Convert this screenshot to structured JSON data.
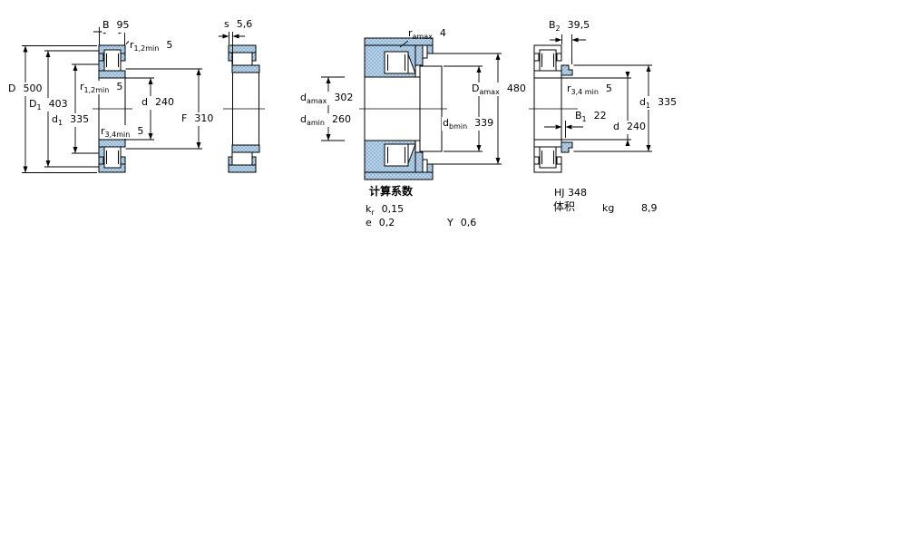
{
  "colors": {
    "section_fill": "#b9d3e9",
    "section_dot": "#7fa3c8",
    "line": "#000000",
    "background": "#ffffff"
  },
  "view1": {
    "B": {
      "sym": "B",
      "val": "95"
    },
    "r12top": {
      "sym": "r",
      "sub": "1,2min",
      "val": "5"
    },
    "D": {
      "sym": "D",
      "val": "500"
    },
    "D1": {
      "sym": "D",
      "sub": "1",
      "val": "403"
    },
    "d1": {
      "sym": "d",
      "sub": "1",
      "val": "335"
    },
    "r12mid": {
      "sym": "r",
      "sub": "1,2min",
      "val": "5"
    },
    "d": {
      "sym": "d",
      "val": "240"
    },
    "F": {
      "sym": "F",
      "val": "310"
    },
    "r34": {
      "sym": "r",
      "sub": "3,4min",
      "val": "5"
    }
  },
  "view2": {
    "s": {
      "sym": "s",
      "val": "5,6"
    }
  },
  "view3": {
    "ra": {
      "sym": "r",
      "sub": "amax",
      "val": "4"
    },
    "damax": {
      "sym": "d",
      "sub": "amax",
      "val": "302"
    },
    "damin": {
      "sym": "d",
      "sub": "amin",
      "val": "260"
    },
    "Damax": {
      "sym": "D",
      "sub": "amax",
      "val": "480"
    },
    "dbmin": {
      "sym": "d",
      "sub": "bmin",
      "val": "339"
    },
    "calc_title": "计算系数",
    "kr": {
      "sym": "k",
      "sub": "r",
      "val": "0,15"
    },
    "e": {
      "sym": "e",
      "val": "0,2"
    },
    "Y": {
      "sym": "Y",
      "val": "0,6"
    }
  },
  "view4": {
    "B2": {
      "sym": "B",
      "sub": "2",
      "val": "39,5"
    },
    "r34": {
      "sym": "r",
      "sub": "3,4 min",
      "val": "5"
    },
    "B1": {
      "sym": "B",
      "sub": "1",
      "val": "22"
    },
    "d": {
      "sym": "d",
      "val": "240"
    },
    "d1": {
      "sym": "d",
      "sub": "1",
      "val": "335"
    },
    "designation": "HJ 348",
    "mass_label": "体积",
    "mass_unit": "kg",
    "mass_value": "8,9"
  }
}
